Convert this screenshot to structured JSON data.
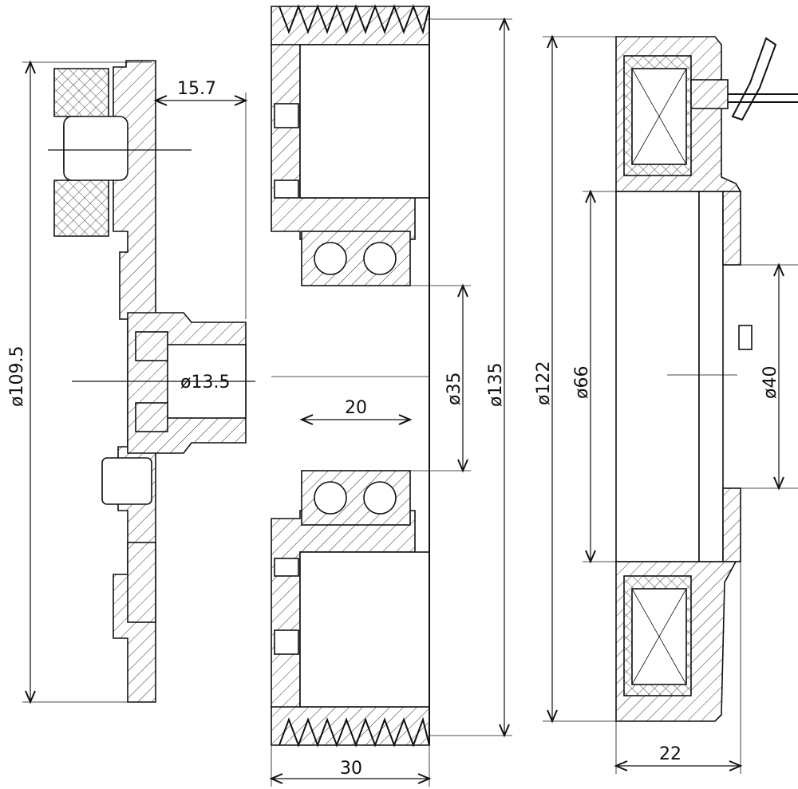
{
  "dimensions": {
    "plate_offset": "15.7",
    "plate_diameter": "ø109.5",
    "hub_bore": "ø13.5",
    "bearing_width": "20",
    "bearing_bore": "ø35",
    "pulley_diameter": "ø135",
    "pulley_width": "30",
    "coil_outer": "ø122",
    "coil_inner": "ø66",
    "coil_mount": "ø40",
    "coil_width": "22"
  }
}
